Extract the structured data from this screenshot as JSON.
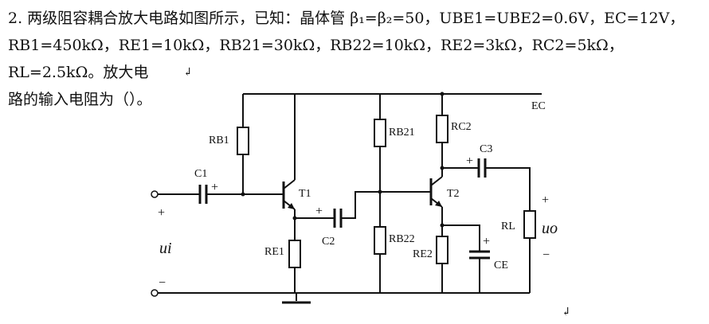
{
  "question": {
    "line1": "2. 两级阻容耦合放大电路如图所示，已知：晶体管 β₁=β₂=50，UBE1=UBE2=0.6V，EC=12V，",
    "line2": "RB1=450kΩ，RE1=10kΩ，RB21=30kΩ，RB22=10kΩ，RE2=3kΩ，RC2=5kΩ，RL=2.5kΩ。放大电",
    "line3": "路的输入电阻为（）。"
  },
  "labels": {
    "ec": "EC",
    "rb1": "RB1",
    "c1": "C1",
    "t1": "T1",
    "c2": "C2",
    "re1": "RE1",
    "rb21": "RB21",
    "rb22": "RB22",
    "t2": "T2",
    "rc2": "RC2",
    "c3": "C3",
    "re2": "RE2",
    "ce": "CE",
    "rl": "RL",
    "ui": "ui",
    "uo": "uo",
    "plus": "+",
    "minus": "−",
    "para_mark": "↲"
  }
}
